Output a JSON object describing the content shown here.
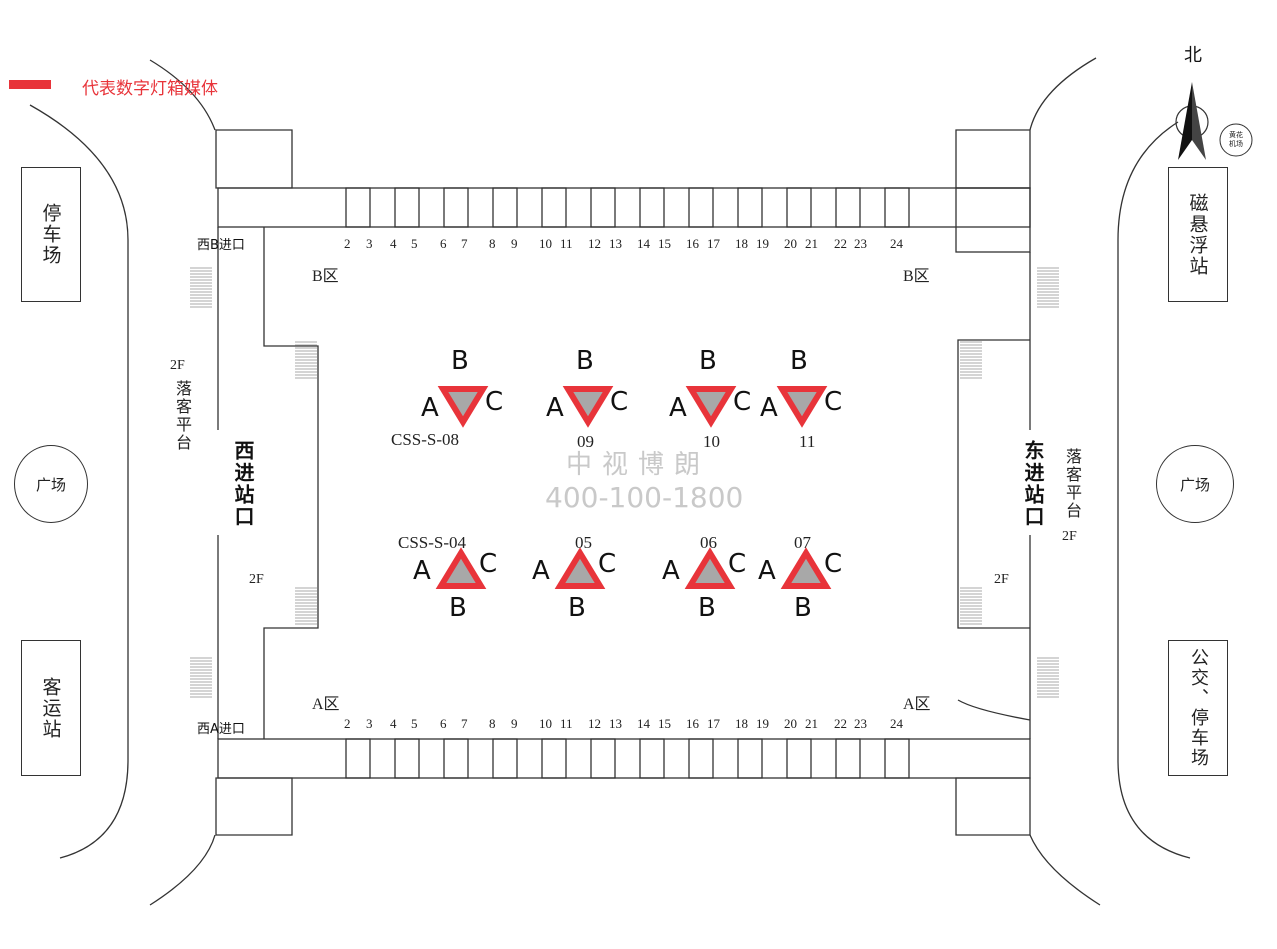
{
  "legend": {
    "color": "#e8343a",
    "text": "代表数字灯箱媒体"
  },
  "north": {
    "label": "北",
    "badge": "黄花\n机场"
  },
  "left_boxes": {
    "parking": "停车场",
    "bus_station": "客运站"
  },
  "right_boxes": {
    "maglev": "磁悬浮站",
    "bus_parking": "公交、停车场"
  },
  "plaza": {
    "left": "广场",
    "right": "广场"
  },
  "entrances": {
    "west_b": "西B进口",
    "west_a": "西A进口",
    "west_main": "西进站口",
    "east_main": "东进站口"
  },
  "zones": {
    "b_left": "B区",
    "b_right": "B区",
    "a_left": "A区",
    "a_right": "A区"
  },
  "platform": {
    "left_label": "落客平台",
    "left_floor": "2F",
    "right_label": "落客平台",
    "right_floor": "2F",
    "inner_left_floor": "2F",
    "inner_right_floor": "2F"
  },
  "gate_numbers": [
    "2",
    "3",
    "4",
    "5",
    "6",
    "7",
    "8",
    "9",
    "10",
    "11",
    "12",
    "13",
    "14",
    "15",
    "16",
    "17",
    "18",
    "19",
    "20",
    "21",
    "22",
    "23",
    "24"
  ],
  "kiosks_top": [
    {
      "label": "CSS-S-08",
      "a": "A",
      "b": "B",
      "c": "C"
    },
    {
      "label": "09",
      "a": "A",
      "b": "B",
      "c": "C"
    },
    {
      "label": "10",
      "a": "A",
      "b": "B",
      "c": "C"
    },
    {
      "label": "11",
      "a": "A",
      "b": "B",
      "c": "C"
    }
  ],
  "kiosks_bottom": [
    {
      "label": "CSS-S-04",
      "a": "A",
      "b": "B",
      "c": "C"
    },
    {
      "label": "05",
      "a": "A",
      "b": "B",
      "c": "C"
    },
    {
      "label": "06",
      "a": "A",
      "b": "B",
      "c": "C"
    },
    {
      "label": "07",
      "a": "A",
      "b": "B",
      "c": "C"
    }
  ],
  "watermark": {
    "name": "中视博朗",
    "phone": "400-100-1800"
  }
}
